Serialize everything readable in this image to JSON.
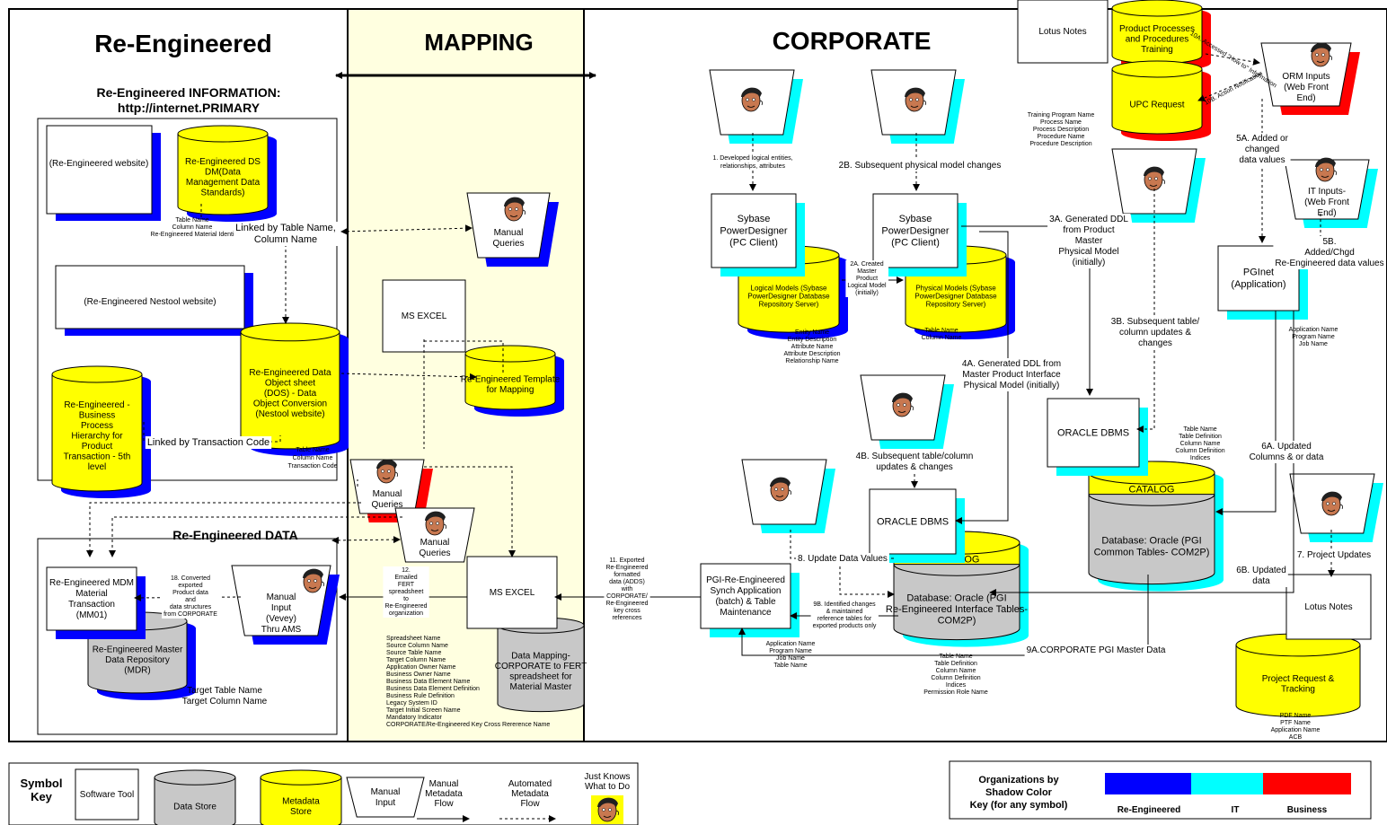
{
  "panels": {
    "reengineered": "Re-Engineered",
    "mapping": "MAPPING",
    "corporate": "CORPORATE"
  },
  "sub_headers": {
    "information_1": "Re-Engineered INFORMATION:",
    "information_2": "http://internet.PRIMARY",
    "data": "Re-Engineered DATA"
  },
  "boxes": {
    "website": "(Re-Engineered website)",
    "nestool_website": "(Re-Engineered Nestool website)",
    "ms_excel_1": "MS EXCEL",
    "ms_excel_2": "MS EXCEL",
    "lotus_notes_top": "Lotus Notes",
    "lotus_notes_right": "Lotus Notes",
    "oracle_dbms_1": "ORACLE DBMS",
    "oracle_dbms_2": "ORACLE DBMS",
    "sybase_1": [
      "Sybase",
      "PowerDesigner",
      "(PC Client)"
    ],
    "sybase_2": [
      "Sybase",
      "PowerDesigner",
      "(PC Client)"
    ],
    "pgi_synch": [
      "PGI-Re-Engineered",
      "Synch Application",
      "(batch) & Table",
      "Maintenance"
    ],
    "mdm_transaction": [
      "Re-Engineered MDM",
      "Material",
      "Transaction",
      "(MM01)"
    ],
    "pginet": [
      "PGInet",
      "(Application)"
    ]
  },
  "stores": {
    "dsdm": [
      "Re-Engineered DS",
      "DM(Data",
      "Management Data",
      "Standards)"
    ],
    "dos": [
      "Re-Engineered Data",
      "Object sheet",
      "(DOS) - Data",
      "Object Conversion",
      "(Nestool website)"
    ],
    "bph": [
      "Re-Engineered -",
      "Business",
      "Process",
      "Hierarchy for",
      "Product",
      "Transaction - 5th",
      "level"
    ],
    "template": [
      "Re-Engineered Template",
      "for Mapping"
    ],
    "logical": [
      "Logical Models (Sybase",
      "PowerDesigner Database",
      "Repository Server)"
    ],
    "physical": [
      "Physical Models (Sybase",
      "PowerDesigner Database",
      "Repository Server)"
    ],
    "product_processes": [
      "Product Processes",
      "and Procedures",
      "Training"
    ],
    "upc": [
      "UPC Request"
    ],
    "project_request": [
      "Project Request &",
      "Tracking"
    ],
    "mdr": [
      "Re-Engineered Master",
      "Data Repository",
      "(MDR)"
    ],
    "data_mapping": [
      "Data Mapping-",
      "CORPORATE to FERT",
      "spreadsheet for",
      "Material Master"
    ],
    "oracle_com2p": [
      "Database: Oracle (PGI",
      "Common Tables- COM2P)"
    ],
    "oracle_interface": [
      "Database: Oracle (PGI",
      "Re-Engineered Interface Tables-",
      "COM2P)"
    ],
    "catalog": "CATALOG"
  },
  "manual_inputs": {
    "manual_queries": [
      "Manual",
      "Queries"
    ],
    "manual_vevey": [
      "Manual",
      "Input",
      "(Vevey)",
      "Thru AMS"
    ],
    "orm_inputs": [
      "ORM Inputs",
      "(Web Front",
      "End)"
    ],
    "it_inputs": [
      "IT Inputs-",
      "(Web Front",
      "End)"
    ]
  },
  "labels": {
    "linked_table": [
      "Linked by Table Name,",
      "Column Name"
    ],
    "linked_transaction": "Linked by Transaction Code",
    "table_col_material": [
      "Table Name",
      "Column Name",
      "Re-Engineered Material Identi"
    ],
    "table_col_transaction": [
      "Table Name",
      "Column Name",
      "Transaction Code"
    ],
    "step1": [
      "1. Developed logical entities,",
      "relationships, attributes"
    ],
    "step2b": "2B. Subsequent physical model changes",
    "step2a": [
      "2A. Created",
      "Master",
      "Product",
      "Logical Model",
      "(initially)"
    ],
    "entity_list": [
      "Entity Name",
      "Entity Description",
      "Attribute Name",
      "Attribute Description",
      "Relationship Name"
    ],
    "table_col_short": [
      "Table Name",
      "Column Name"
    ],
    "step3a": [
      "3A. Generated DDL",
      "from Product",
      "Master",
      "Physical Model",
      "(initially)"
    ],
    "step3b": [
      "3B. Subsequent table/",
      "column updates &",
      "changes"
    ],
    "step4a": [
      "4A. Generated DDL from",
      "Master Product Interface",
      "Physical Model (initially)"
    ],
    "step4b": [
      "4B. Subsequent table/column",
      "updates & changes"
    ],
    "step5a": [
      "5A. Added or",
      "changed",
      "data values"
    ],
    "step5b": [
      "5B.",
      "Added/Chgd",
      "Re-Engineered data values"
    ],
    "step6a": [
      "6A. Updated",
      "Columns & or data"
    ],
    "step6b": [
      "6B. Updated",
      "data"
    ],
    "step7": "7. Project Updates",
    "step8": "8. Update Data Values",
    "step9a": "9A.CORPORATE PGI Master Data",
    "step9b": [
      "9B. Identified changes",
      "& maintained",
      "reference tables for",
      "exported products only"
    ],
    "step10a": "10A. Accessed \"How to\" Information",
    "step10b": "10B. Action Notification",
    "step11": [
      "11. Exported",
      "Re-Engineered",
      "formatted",
      "data (ADDS)",
      "with",
      "CORPORATE/",
      "Re-Engineered",
      "key cross",
      "references"
    ],
    "step12": [
      "12.",
      "Emailed",
      "FERT",
      "spreadsheet",
      "to",
      "Re-Engineered",
      "organization"
    ],
    "step18": [
      "18. Converted",
      "exported",
      "Product  data",
      "and",
      "data structures",
      "from CORPORATE"
    ],
    "training_list": [
      "Training Program Name",
      "Process Name",
      "Process Description",
      "Procedure Name",
      "Procedure Description"
    ],
    "app_list": [
      "Application Name",
      "Program Name",
      "Job Name"
    ],
    "app_table_list": [
      "Application Name",
      "Program Name",
      "Job Name",
      "Table Name"
    ],
    "oracle_list": [
      "Table Name",
      "Table Definition",
      "Column Name",
      "Column Definition",
      "Indices"
    ],
    "bottom_list": [
      "Table Name",
      "Table Definition",
      "Column Name",
      "Column Definition",
      "Indices",
      "Permission Role Name"
    ],
    "pdf_list": [
      "PDF Name",
      "PTF Name",
      "Application Name",
      "ACB"
    ],
    "target_list": [
      "Target Table Name",
      "Target Column Name"
    ],
    "mapping_list": [
      "Spreadsheet Name",
      "Source Column Name",
      "Source Table Name",
      "Target Column Name",
      "Application Owner Name",
      "Business Owner Name",
      "Business Data Element Name",
      "Business Data Element Definition",
      "Business Rule Definition",
      "Legacy System ID",
      "Target Initial Screen Name",
      "Mandatory Indicator",
      "CORPORATE/Re-Engineered Key Cross Rererence Name"
    ]
  },
  "legend": {
    "symbol_key": [
      "Symbol",
      "Key"
    ],
    "software_tool": "Software Tool",
    "data_store": "Data  Store",
    "metadata_store": [
      "Metadata",
      "Store"
    ],
    "manual_input": [
      "Manual",
      "Input"
    ],
    "manual_flow": [
      "Manual",
      "Metadata",
      "Flow"
    ],
    "automated_flow": [
      "Automated",
      "Metadata",
      "Flow"
    ],
    "just_knows": [
      "Just Knows",
      "What to Do"
    ],
    "org_title": [
      "Organizations by",
      "Shadow Color",
      "Key (for any symbol)"
    ],
    "org_items": [
      {
        "label": "Re-Engineered",
        "color": "#0000FF"
      },
      {
        "label": "IT",
        "color": "#00FFFF"
      },
      {
        "label": "Business",
        "color": "#FF0000"
      }
    ]
  },
  "colors": {
    "reengineered": "#0000FF",
    "it": "#00FFFF",
    "business": "#FF0000",
    "metadata": "#FFFF00",
    "data_store": "#C8C8C8",
    "mapping_bg": "#FFFFE0"
  }
}
